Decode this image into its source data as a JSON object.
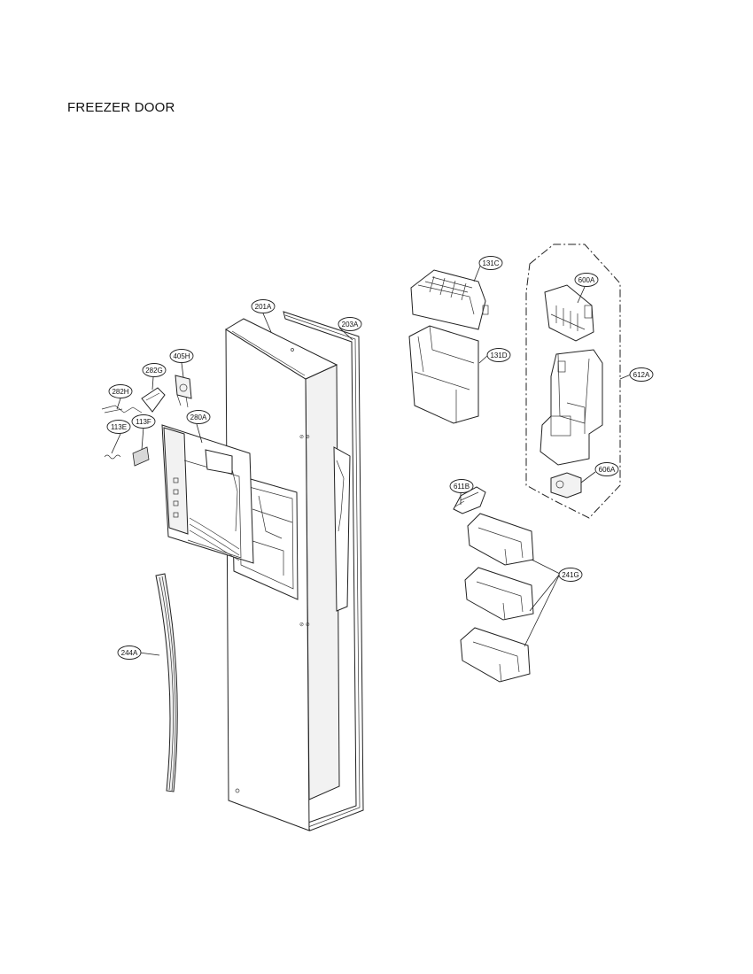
{
  "title": "FREEZER DOOR",
  "callouts": {
    "c201A": "201A",
    "c203A": "203A",
    "c405H": "405H",
    "c282G": "282G",
    "c282H": "282H",
    "c280A": "280A",
    "c113F": "113F",
    "c113E": "113E",
    "c244A": "244A",
    "c131C": "131C",
    "c131D": "131D",
    "c600A": "600A",
    "c612A": "612A",
    "c606A": "606A",
    "c611B": "611B",
    "c241G": "241G"
  }
}
